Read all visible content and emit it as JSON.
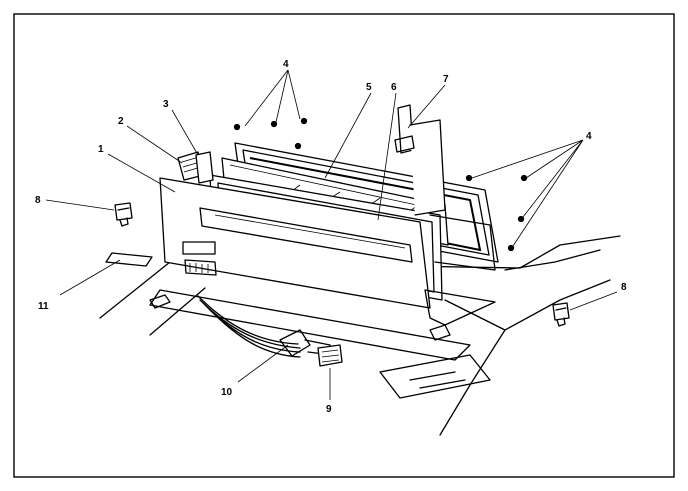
{
  "callouts": {
    "c1": "1",
    "c2": "2",
    "c3": "3",
    "c4a": "4",
    "c4b": "4",
    "c5": "5",
    "c6": "6",
    "c7": "7",
    "c8a": "8",
    "c8b": "8",
    "c9": "9",
    "c10": "10",
    "c11": "11"
  }
}
